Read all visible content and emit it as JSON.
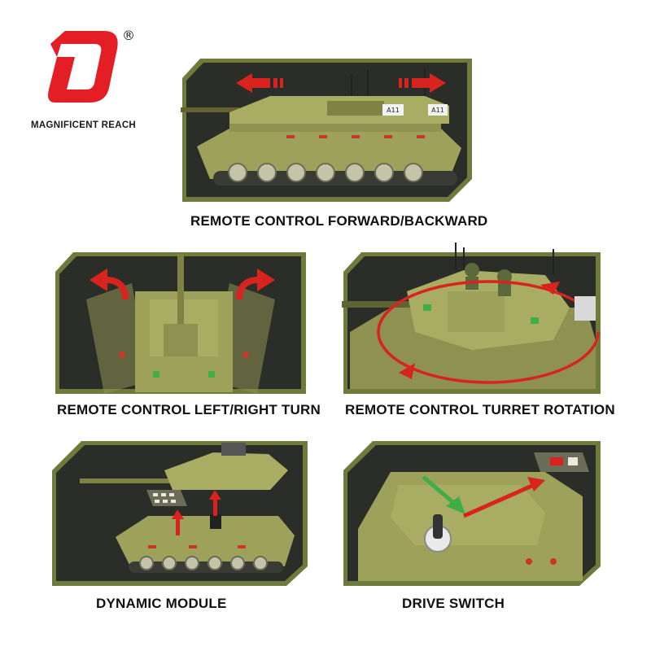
{
  "brand": {
    "name": "MAGNIFICENT REACH",
    "registered_mark": "®",
    "accent_color": "#e31e24"
  },
  "panel_colors": {
    "frame": "#6f7a3d",
    "background": "#2b2d29",
    "tank_green": "#9ea15a",
    "tank_dark": "#6b6d37",
    "arrow_red": "#d8231e",
    "arrow_green": "#3fae49"
  },
  "panels": [
    {
      "id": "forward-backward",
      "caption": "REMOTE CONTROL FORWARD/BACKWARD",
      "tank_marking": "A11"
    },
    {
      "id": "left-right-turn",
      "caption": "REMOTE CONTROL LEFT/RIGHT TURN"
    },
    {
      "id": "turret-rotation",
      "caption": "REMOTE CONTROL TURRET ROTATION"
    },
    {
      "id": "dynamic-module",
      "caption": "DYNAMIC MODULE"
    },
    {
      "id": "drive-switch",
      "caption": "DRIVE SWITCH"
    }
  ]
}
